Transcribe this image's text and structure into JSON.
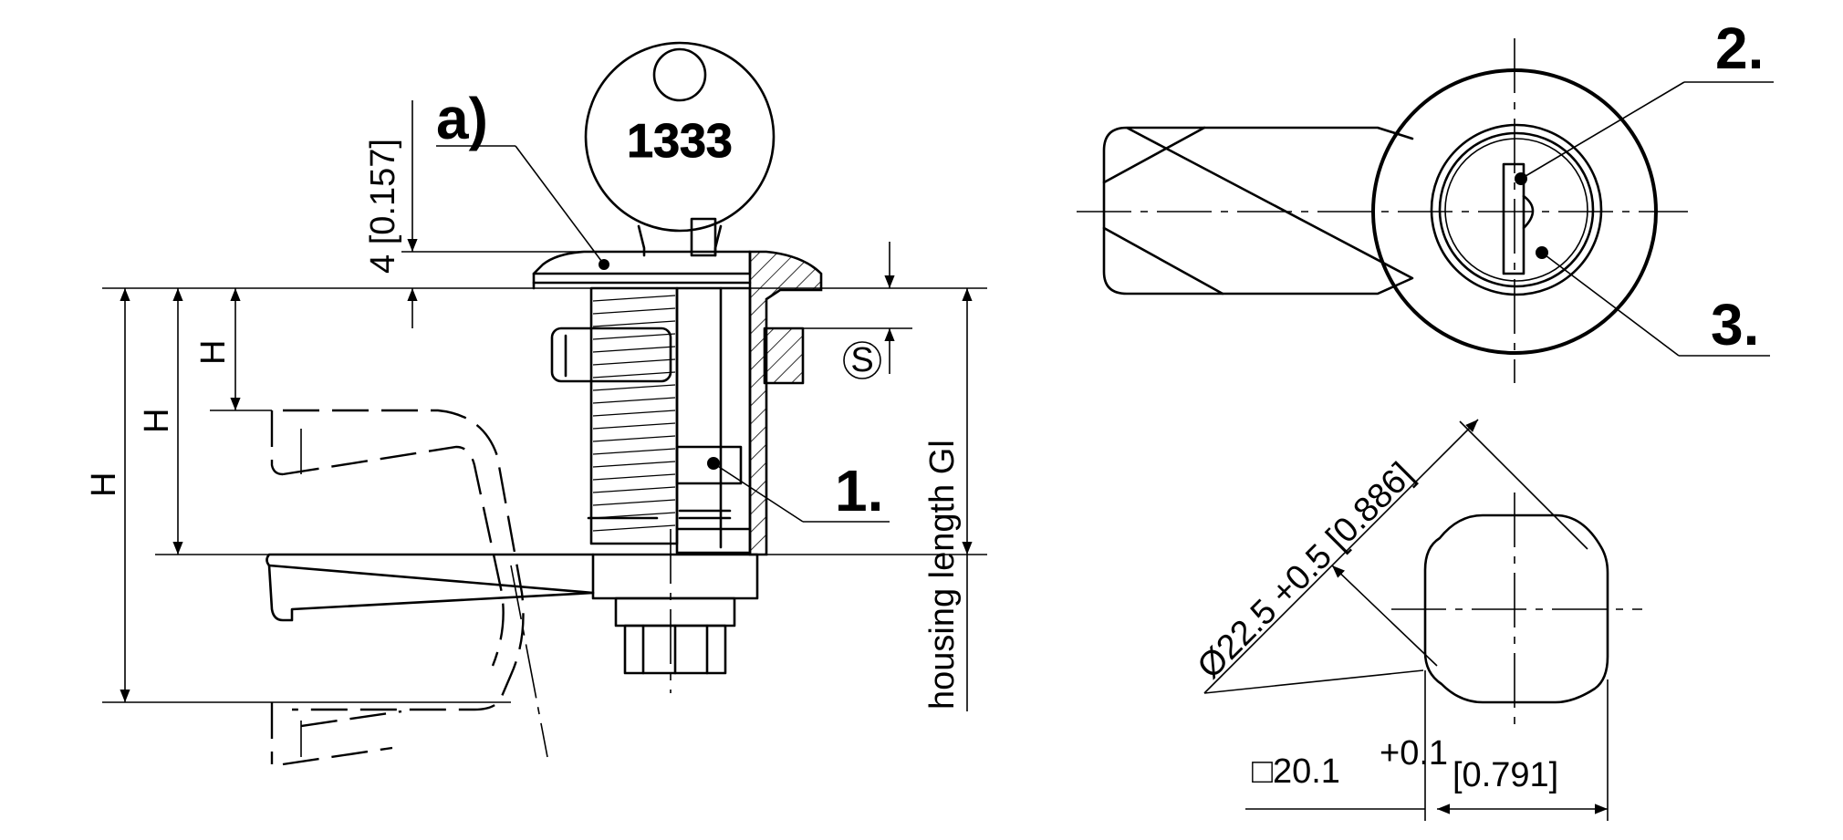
{
  "callouts": {
    "a": "a)",
    "one": "1.",
    "two": "2.",
    "three": "3."
  },
  "key_number": "1333",
  "dimensions": {
    "top_offset": "4 [0.157]",
    "h_label": "H",
    "s_symbol": "S",
    "housing_length": "housing length Gl",
    "diameter": "Ø22.5 +0.5 [0.886]",
    "square_main": "□20.1",
    "square_tol": "+0.1",
    "square_inch": "[0.791]"
  }
}
